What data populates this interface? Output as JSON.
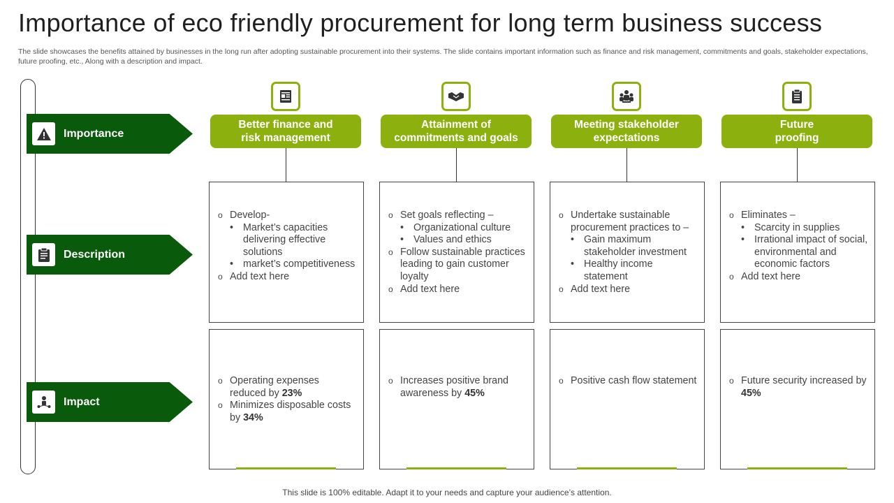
{
  "title": "Importance of eco friendly procurement for long term business success",
  "subtitle": "The slide showcases the benefits attained by businesses in the long run after adopting sustainable procurement into their systems. The slide contains important information such as finance and risk management, commitments and goals, stakeholder expectations, future proofing, etc., Along with a description and impact.",
  "rows": [
    {
      "label": "Importance",
      "icon": "warning-icon"
    },
    {
      "label": "Description",
      "icon": "clipboard-icon"
    },
    {
      "label": "Impact",
      "icon": "people-network-icon"
    }
  ],
  "columns": [
    {
      "header_line1": "Better finance and",
      "header_line2": "risk management",
      "icon": "document-chart-icon",
      "description": [
        {
          "type": "item",
          "text": "Develop-"
        },
        {
          "type": "sub",
          "text": "Market’s capacities delivering effective solutions"
        },
        {
          "type": "sub",
          "text": " market’s competitiveness"
        },
        {
          "type": "item",
          "text": "Add text here"
        }
      ],
      "impact": [
        {
          "text": "Operating expenses reduced by ",
          "bold": "23%"
        },
        {
          "text": "Minimizes disposable costs by ",
          "bold": "34%"
        }
      ]
    },
    {
      "header_line1": "Attainment of",
      "header_line2": "commitments and goals",
      "icon": "handshake-icon",
      "description": [
        {
          "type": "item",
          "text": "Set goals reflecting –"
        },
        {
          "type": "sub",
          "text": "Organizational culture"
        },
        {
          "type": "sub",
          "text": "Values and ethics"
        },
        {
          "type": "item",
          "text": "Follow sustainable practices leading to gain customer loyalty"
        },
        {
          "type": "item",
          "text": "Add text here"
        }
      ],
      "impact": [
        {
          "text": "Increases positive brand awareness by ",
          "bold": "45%"
        }
      ]
    },
    {
      "header_line1": "Meeting stakeholder",
      "header_line2": "expectations",
      "icon": "team-icon",
      "description": [
        {
          "type": "item",
          "text": "Undertake sustainable procurement practices to –"
        },
        {
          "type": "sub",
          "text": "Gain maximum stakeholder investment"
        },
        {
          "type": "sub",
          "text": "Healthy income statement"
        },
        {
          "type": "item",
          "text": "Add text here"
        }
      ],
      "impact": [
        {
          "text": "Positive cash flow statement",
          "bold": ""
        }
      ]
    },
    {
      "header_line1": "Future",
      "header_line2": "proofing",
      "icon": "checklist-icon",
      "description": [
        {
          "type": "item",
          "text": "Eliminates –"
        },
        {
          "type": "sub",
          "text": "Scarcity in supplies"
        },
        {
          "type": "sub",
          "text": "Irrational impact of social, environmental and economic factors"
        },
        {
          "type": "item",
          "text": "Add text here"
        }
      ],
      "impact": [
        {
          "text": "Future security increased by ",
          "bold": "45%"
        }
      ]
    }
  ],
  "footer": "This slide is 100% editable. Adapt it to your needs and capture your audience’s attention.",
  "colors": {
    "dark_green": "#0a5a0c",
    "light_green": "#8cb10f"
  }
}
